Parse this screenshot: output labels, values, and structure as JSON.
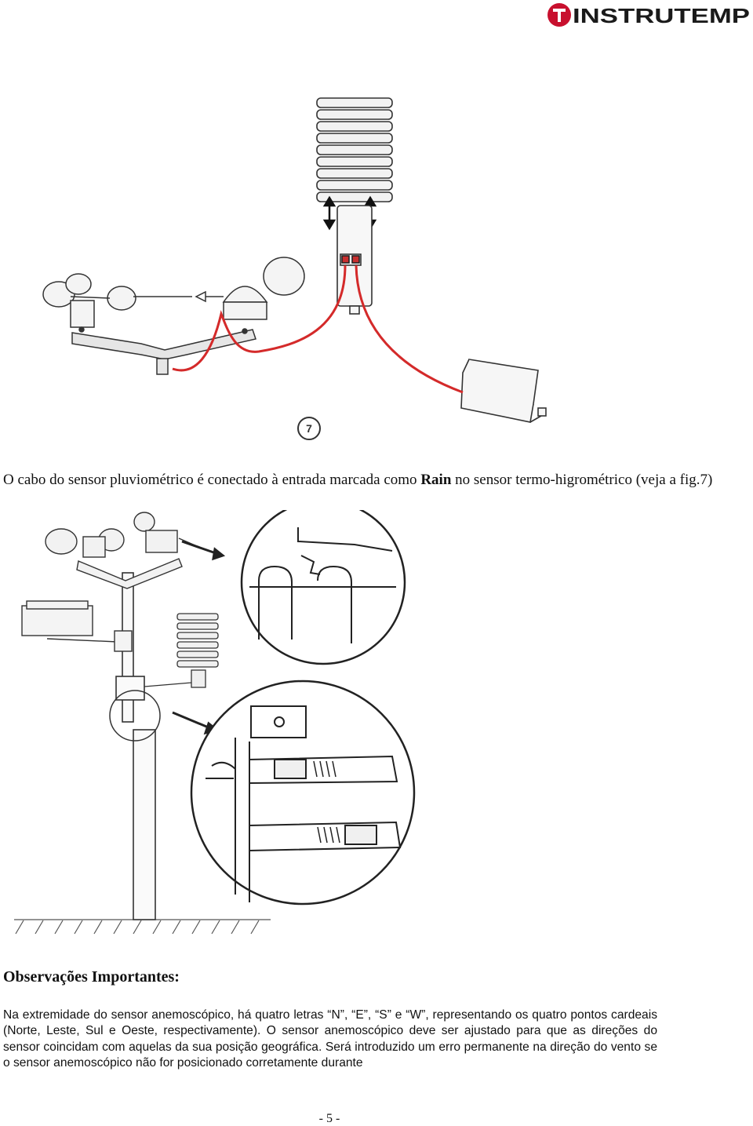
{
  "header": {
    "brand": "INSTRUTEMP",
    "brand_colors": {
      "primary": "#c8102e",
      "text": "#1a1a1a"
    }
  },
  "figure7": {
    "number": "7",
    "wire_color": "#d42a2a"
  },
  "caption": {
    "prefix": "O cabo do sensor pluviométrico é conectado à entrada marcada como ",
    "bold": "Rain",
    "suffix": " no sensor termo-higrométrico (veja a fig.7)"
  },
  "notes": {
    "title": "Observações Importantes:",
    "body": "Na extremidade do sensor anemoscópico, há quatro letras “N”, “E”, “S” e “W”, representando os quatro pontos cardeais (Norte, Leste, Sul e Oeste, respectivamente). O sensor anemoscópico deve ser ajustado para que as direções do sensor coincidam com aquelas da sua posição geográfica. Será introduzido um erro permanente na direção do vento se o sensor anemoscópico não for posicionado corretamente durante"
  },
  "footer": {
    "page_number": "- 5 -"
  }
}
